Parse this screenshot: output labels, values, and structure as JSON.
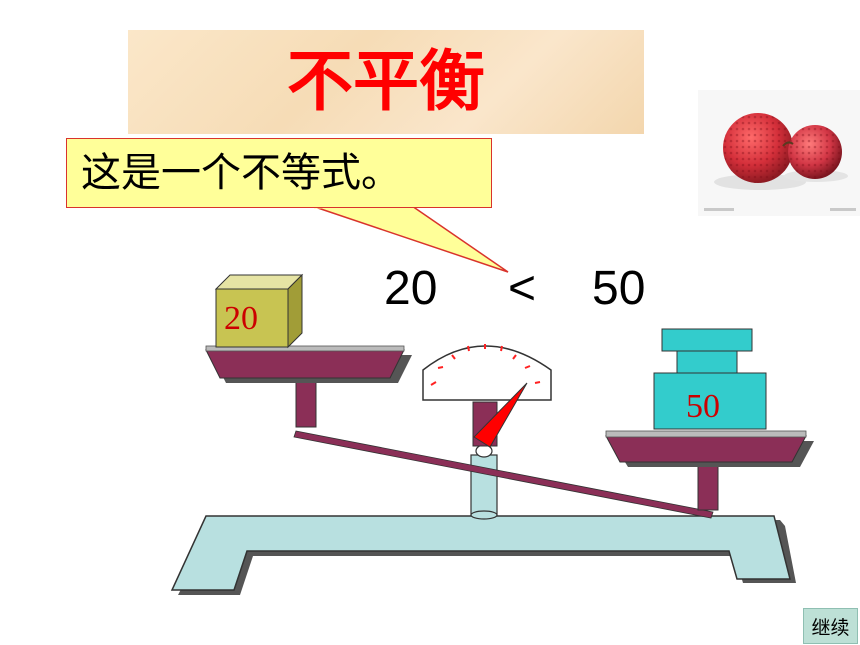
{
  "title": "不平衡",
  "callout": "这是一个不等式。",
  "equation": {
    "left": "20",
    "operator": "<",
    "right": "50"
  },
  "weights": {
    "left_label": "20",
    "right_label": "50"
  },
  "continue_button": "继续",
  "colors": {
    "title": "#ff0000",
    "callout_bg": "#ffff99",
    "pan": "#8b2f57",
    "base": "#b8e0e0",
    "weight_left": "#c8c452",
    "weight_right": "#33cccc",
    "pointer": "#ff0000"
  }
}
